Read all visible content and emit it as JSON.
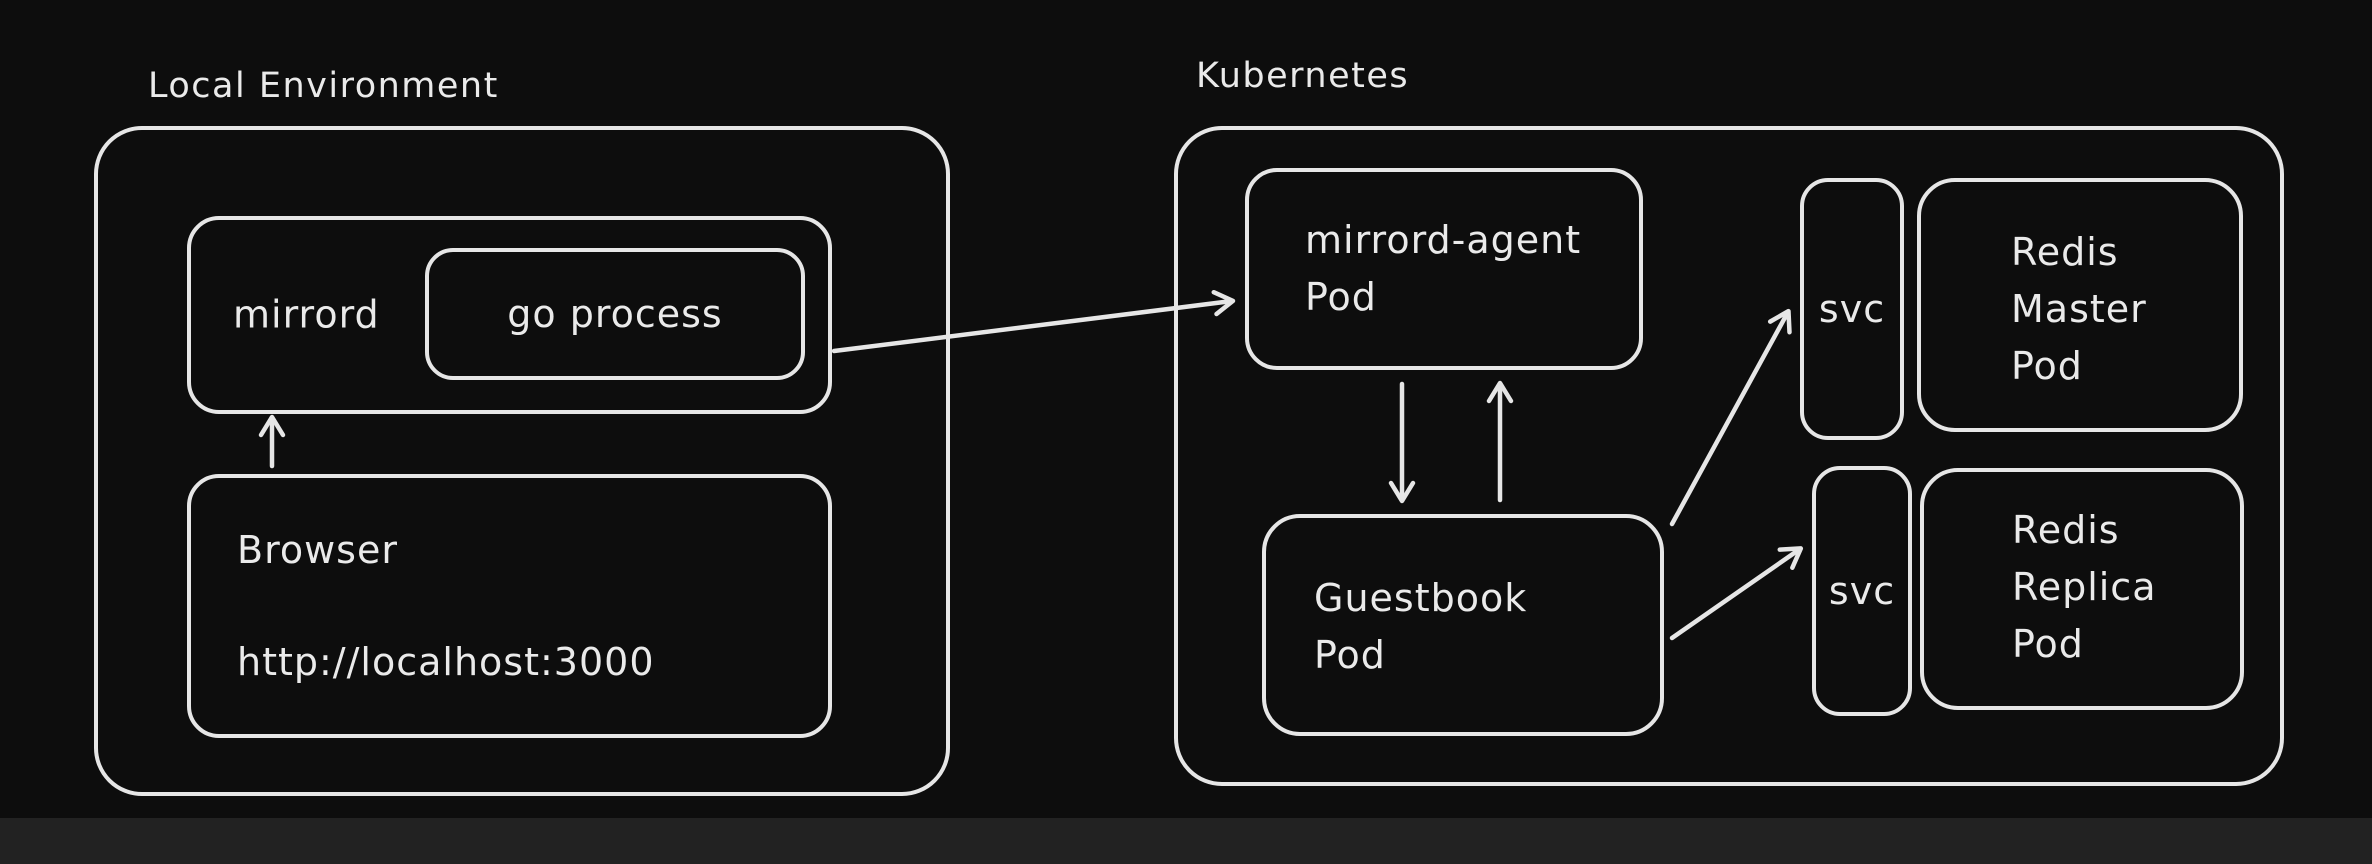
{
  "colors": {
    "background": "#0d0d0d",
    "stroke": "#e6e6e6",
    "text": "#eaeaea",
    "footer_strip": "#222222"
  },
  "local_environment": {
    "title": "Local Environment",
    "mirrord_box": {
      "label": "mirrord"
    },
    "go_process_box": {
      "label": "go process"
    },
    "browser_box": {
      "title": "Browser",
      "url": "http://localhost:3000"
    }
  },
  "kubernetes": {
    "title": "Kubernetes",
    "mirrord_agent_pod": {
      "line1": "mirrord-agent",
      "line2": "Pod"
    },
    "guestbook_pod": {
      "line1": "Guestbook",
      "line2": "Pod"
    },
    "svc_master": {
      "label": "svc"
    },
    "redis_master_pod": {
      "line1": "Redis",
      "line2": "Master",
      "line3": "Pod"
    },
    "svc_replica": {
      "label": "svc"
    },
    "redis_replica_pod": {
      "line1": "Redis",
      "line2": "Replica",
      "line3": "Pod"
    }
  },
  "connections": [
    {
      "from": "Browser",
      "to": "mirrord"
    },
    {
      "from": "mirrord",
      "to": "mirrord-agent Pod"
    },
    {
      "from": "mirrord-agent Pod",
      "to": "Guestbook Pod"
    },
    {
      "from": "Guestbook Pod",
      "to": "mirrord-agent Pod"
    },
    {
      "from": "Guestbook Pod",
      "to": "svc (Redis Master)"
    },
    {
      "from": "Guestbook Pod",
      "to": "svc (Redis Replica)"
    }
  ]
}
